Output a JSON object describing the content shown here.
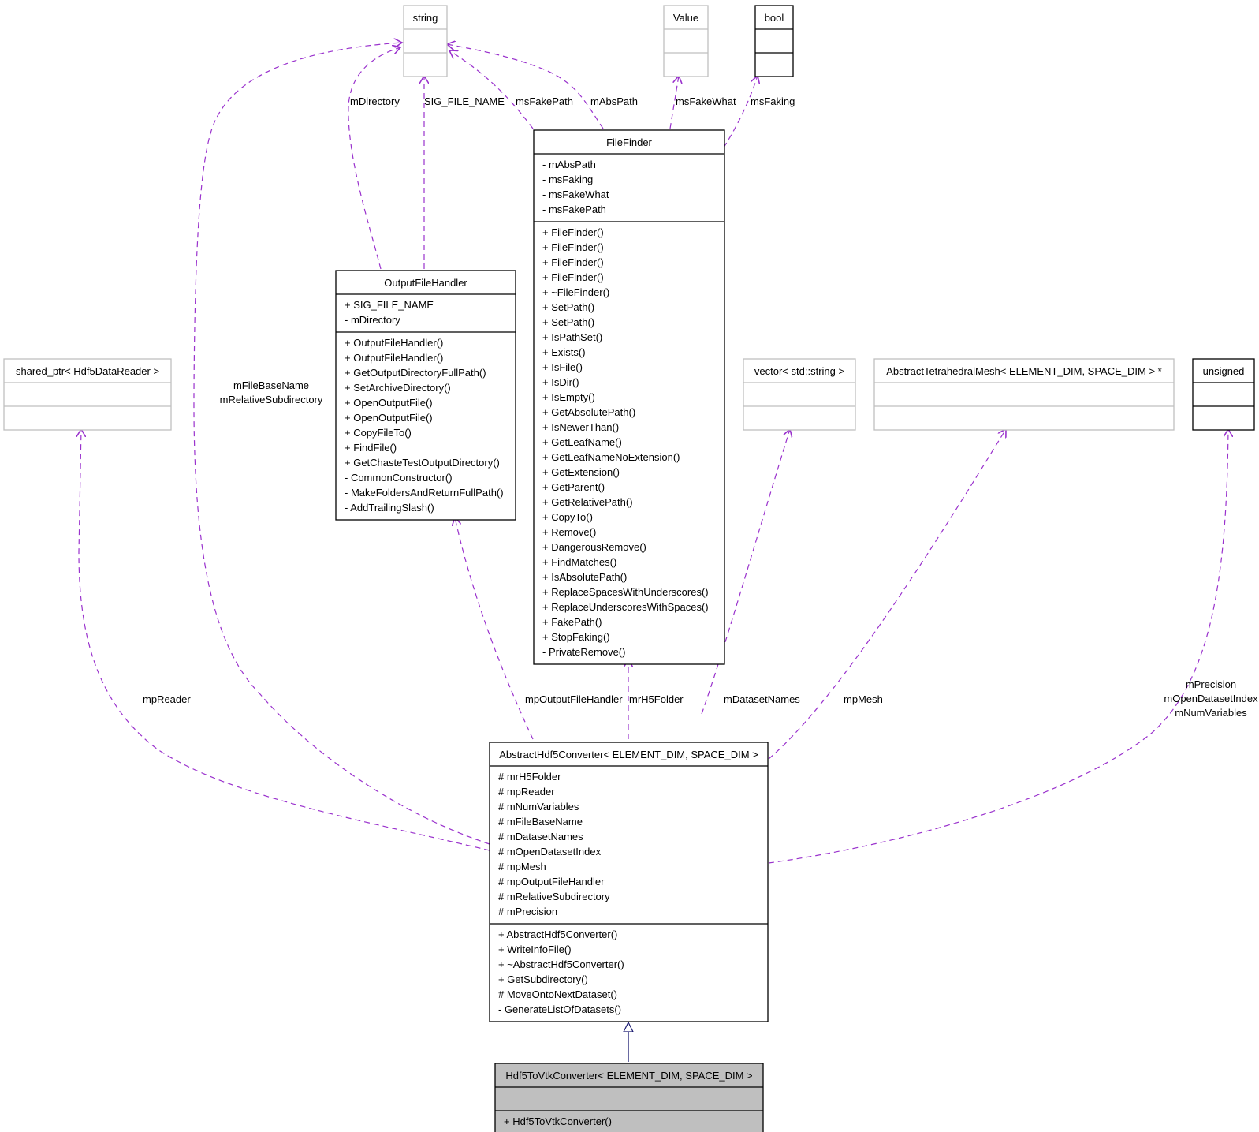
{
  "nodes": {
    "string": {
      "title": "string",
      "attributes": [],
      "methods": []
    },
    "value": {
      "title": "Value",
      "attributes": [],
      "methods": []
    },
    "bool": {
      "title": "bool",
      "attributes": [],
      "methods": []
    },
    "filefinder": {
      "title": "FileFinder",
      "attributes": [
        "- mAbsPath",
        "- msFaking",
        "- msFakeWhat",
        "- msFakePath"
      ],
      "methods": [
        "+ FileFinder()",
        "+ FileFinder()",
        "+ FileFinder()",
        "+ FileFinder()",
        "+ ~FileFinder()",
        "+ SetPath()",
        "+ SetPath()",
        "+ IsPathSet()",
        "+ Exists()",
        "+ IsFile()",
        "+ IsDir()",
        "+ IsEmpty()",
        "+ GetAbsolutePath()",
        "+ IsNewerThan()",
        "+ GetLeafName()",
        "+ GetLeafNameNoExtension()",
        "+ GetExtension()",
        "+ GetParent()",
        "+ GetRelativePath()",
        "+ CopyTo()",
        "+ Remove()",
        "+ DangerousRemove()",
        "+ FindMatches()",
        "+ IsAbsolutePath()",
        "+ ReplaceSpacesWithUnderscores()",
        "+ ReplaceUnderscoresWithSpaces()",
        "+ FakePath()",
        "+ StopFaking()",
        "- PrivateRemove()"
      ]
    },
    "outputfilehandler": {
      "title": "OutputFileHandler",
      "attributes": [
        "+ SIG_FILE_NAME",
        "- mDirectory"
      ],
      "methods": [
        "+ OutputFileHandler()",
        "+ OutputFileHandler()",
        "+ GetOutputDirectoryFullPath()",
        "+ SetArchiveDirectory()",
        "+ OpenOutputFile()",
        "+ OpenOutputFile()",
        "+ CopyFileTo()",
        "+ FindFile()",
        "+ GetChasteTestOutputDirectory()",
        "- CommonConstructor()",
        "- MakeFoldersAndReturnFullPath()",
        "- AddTrailingSlash()"
      ]
    },
    "sharedptr": {
      "title": "shared_ptr< Hdf5DataReader >",
      "attributes": [],
      "methods": []
    },
    "vector": {
      "title": "vector< std::string >",
      "attributes": [],
      "methods": []
    },
    "mesh": {
      "title": "AbstractTetrahedralMesh< ELEMENT_DIM, SPACE_DIM > *",
      "attributes": [],
      "methods": []
    },
    "unsigned": {
      "title": "unsigned",
      "attributes": [],
      "methods": []
    },
    "converter": {
      "title": "AbstractHdf5Converter< ELEMENT_DIM, SPACE_DIM >",
      "attributes": [
        "# mrH5Folder",
        "# mpReader",
        "# mNumVariables",
        "# mFileBaseName",
        "# mDatasetNames",
        "# mOpenDatasetIndex",
        "# mpMesh",
        "# mpOutputFileHandler",
        "# mRelativeSubdirectory",
        "# mPrecision"
      ],
      "methods": [
        "+ AbstractHdf5Converter()",
        "+ WriteInfoFile()",
        "+ ~AbstractHdf5Converter()",
        "+ GetSubdirectory()",
        "# MoveOntoNextDataset()",
        "- GenerateListOfDatasets()"
      ]
    },
    "vtk": {
      "title": "Hdf5ToVtkConverter< ELEMENT_DIM, SPACE_DIM >",
      "attributes": [],
      "methods": [
        "+ Hdf5ToVtkConverter()"
      ]
    }
  },
  "edge_labels": {
    "mDirectory": "mDirectory",
    "SIG_FILE_NAME": "SIG_FILE_NAME",
    "msFakePath": "msFakePath",
    "mAbsPath": "mAbsPath",
    "msFakeWhat": "msFakeWhat",
    "msFaking": "msFaking",
    "mFileBaseName": "mFileBaseName",
    "mRelativeSubdirectory": "mRelativeSubdirectory",
    "mpReader": "mpReader",
    "mpOutputFileHandler": "mpOutputFileHandler",
    "mrH5Folder": "mrH5Folder",
    "mDatasetNames": "mDatasetNames",
    "mpMesh": "mpMesh",
    "mPrecision": "mPrecision",
    "mOpenDatasetIndex": "mOpenDatasetIndex",
    "mNumVariables": "mNumVariables"
  },
  "colors": {
    "edge_usage": "#9a32cd",
    "edge_inheritance": "#191970",
    "node_border_dark": "#000000",
    "node_border_light": "#bfbfbf",
    "node_fill_highlight": "#bfbfbf"
  }
}
